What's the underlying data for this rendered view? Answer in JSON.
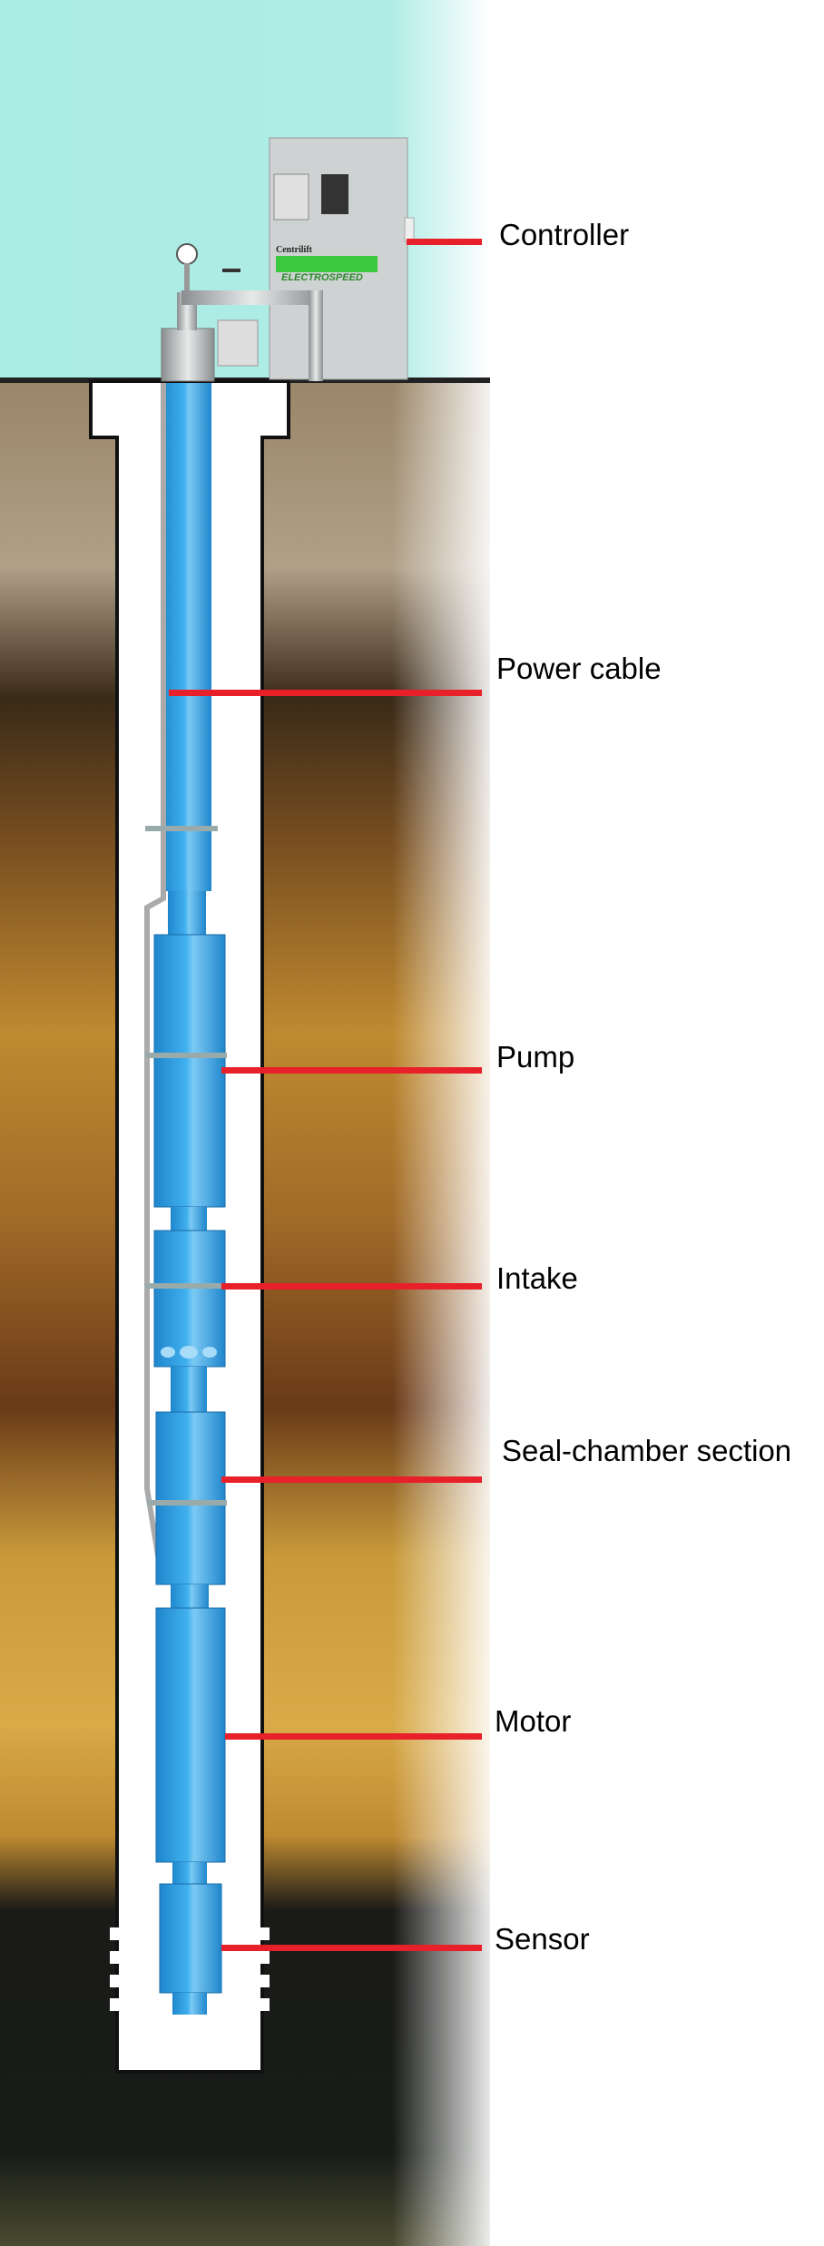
{
  "labels": {
    "controller": "Controller",
    "power_cable": "Power cable",
    "pump": "Pump",
    "intake": "Intake",
    "seal_chamber": "Seal-chamber section",
    "motor": "Motor",
    "sensor": "Sensor"
  },
  "controller_branding": {
    "brand": "Centrilift",
    "product": "ELECTROSPEED"
  },
  "colors": {
    "sky": "#a8ece4",
    "leader_line": "#e8202a",
    "equipment": "#2a9be0",
    "casing": "#ffffff"
  }
}
